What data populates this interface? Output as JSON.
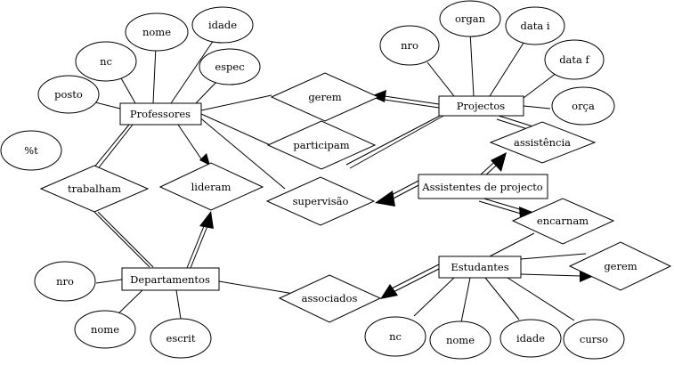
{
  "diagram": {
    "entities": [
      {
        "id": "professores",
        "label": "Professores"
      },
      {
        "id": "projectos",
        "label": "Projectos"
      },
      {
        "id": "assistentes",
        "label": "Assistentes de projecto"
      },
      {
        "id": "departamentos",
        "label": "Departamentos"
      },
      {
        "id": "estudantes",
        "label": "Estudantes"
      }
    ],
    "relationships": [
      {
        "id": "gerem1",
        "label": "gerem"
      },
      {
        "id": "participam",
        "label": "participam"
      },
      {
        "id": "assistencia",
        "label": "assistência"
      },
      {
        "id": "trabalham",
        "label": "trabalham"
      },
      {
        "id": "lideram",
        "label": "lideram"
      },
      {
        "id": "supervisao",
        "label": "supervisão"
      },
      {
        "id": "encarnam",
        "label": "encarnam"
      },
      {
        "id": "gerem2",
        "label": "gerem"
      },
      {
        "id": "associados",
        "label": "associados"
      }
    ],
    "attributes": [
      {
        "id": "prof_nome",
        "label": "nome"
      },
      {
        "id": "prof_idade",
        "label": "idade"
      },
      {
        "id": "prof_nc",
        "label": "nc"
      },
      {
        "id": "prof_espec",
        "label": "espec"
      },
      {
        "id": "prof_posto",
        "label": "posto"
      },
      {
        "id": "pct_t",
        "label": "%t"
      },
      {
        "id": "proj_organ",
        "label": "organ"
      },
      {
        "id": "proj_nro",
        "label": "nro"
      },
      {
        "id": "proj_datai",
        "label": "data i"
      },
      {
        "id": "proj_dataf",
        "label": "data f"
      },
      {
        "id": "proj_orca",
        "label": "orça"
      },
      {
        "id": "dep_nro",
        "label": "nro"
      },
      {
        "id": "dep_nome",
        "label": "nome"
      },
      {
        "id": "dep_escrit",
        "label": "escrit"
      },
      {
        "id": "est_nc",
        "label": "nc"
      },
      {
        "id": "est_nome",
        "label": "nome"
      },
      {
        "id": "est_idade",
        "label": "idade"
      },
      {
        "id": "est_curso",
        "label": "curso"
      }
    ]
  }
}
